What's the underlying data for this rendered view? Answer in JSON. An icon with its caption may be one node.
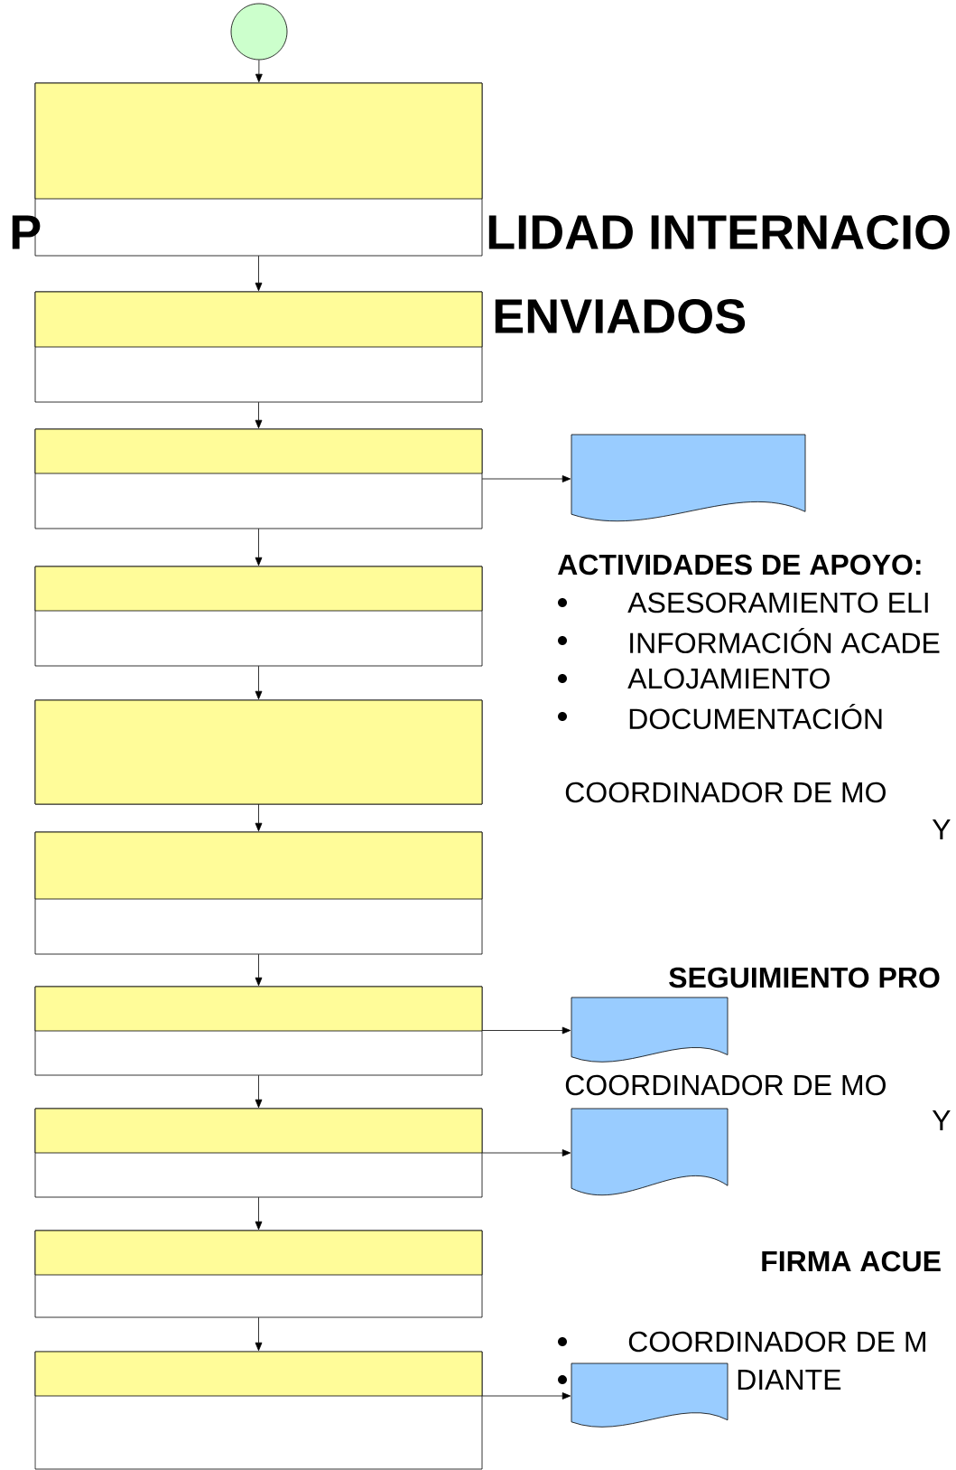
{
  "diagram": {
    "nodes": [
      {
        "text": [],
        "shape": "circle"
      },
      {
        "text": [],
        "shape": "box"
      },
      {
        "text": [],
        "shape": "box"
      },
      {
        "text": [],
        "shape": "box"
      },
      {
        "text": [],
        "shape": "box"
      },
      {
        "text": [],
        "shape": "box"
      },
      {
        "text": [],
        "shape": "box"
      },
      {
        "text": [],
        "shape": "box"
      },
      {
        "text": [],
        "shape": "box"
      },
      {
        "text": [],
        "shape": "box"
      },
      {
        "text": [],
        "shape": "box"
      },
      {
        "text": [],
        "shape": "document"
      },
      {
        "text": [],
        "shape": "document"
      },
      {
        "text": [],
        "shape": "document"
      },
      {
        "text": [],
        "shape": "document"
      }
    ],
    "edges": [
      {
        "from": 0,
        "to": 1,
        "arrow": "to"
      },
      {
        "from": 1,
        "to": 2,
        "arrow": "to"
      },
      {
        "from": 2,
        "to": 3,
        "arrow": "to"
      },
      {
        "from": 3,
        "to": 4,
        "arrow": "to"
      },
      {
        "from": 4,
        "to": 5,
        "arrow": "to"
      },
      {
        "from": 5,
        "to": 6,
        "arrow": "to"
      },
      {
        "from": 6,
        "to": 7,
        "arrow": "to"
      },
      {
        "from": 7,
        "to": 8,
        "arrow": "to"
      },
      {
        "from": 8,
        "to": 9,
        "arrow": "to"
      },
      {
        "from": 9,
        "to": 10,
        "arrow": "to"
      },
      {
        "from": 3,
        "to": 11,
        "arrow": "to"
      },
      {
        "from": 7,
        "to": 12,
        "arrow": "to"
      },
      {
        "from": 8,
        "to": 13,
        "arrow": "to"
      },
      {
        "from": 10,
        "to": 14,
        "arrow": "to"
      }
    ],
    "labels": [
      "P",
      "LIDAD INTERNACIO",
      "ENVIADOS",
      "ACTIVIDADES DE APOYO:",
      "ASESORAMIENTO ELI",
      "INFORMACIÓN ACADE",
      "ALOJAMIENTO",
      "DOCUMENTACIÓN",
      "COORDINADOR DE MO",
      "Y",
      "SEGUIMIENTO PRO",
      "COORDINADOR DE MO",
      "Y",
      "FIRMA ACUE",
      "COORDINADOR DE M",
      "DIANTE"
    ]
  }
}
